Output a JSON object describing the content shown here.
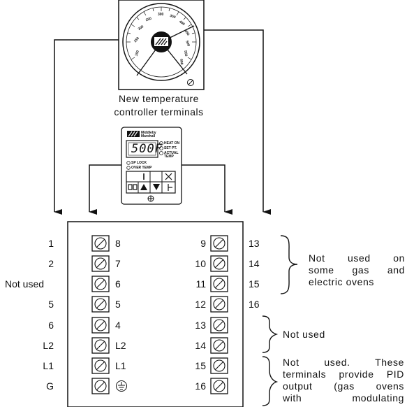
{
  "old_dial": {
    "scale_labels": [
      "100",
      "150",
      "200",
      "250",
      "300",
      "350",
      "400",
      "450",
      "500",
      "550",
      "600"
    ]
  },
  "new_controller": {
    "caption_line1": "New temperature",
    "caption_line2": "controller terminals",
    "brand_line1": "Middleby",
    "brand_line2": "Marshall",
    "display_value": "500F",
    "indicators": [
      "HEAT ON",
      "SET PT.",
      "ACTUAL TEMP"
    ],
    "lower_indicators": [
      "SP LOCK",
      "OVER TEMP"
    ]
  },
  "terminal_block": {
    "left_outer": [
      "1",
      "2",
      "Not used",
      "5",
      "6",
      "L2",
      "L1",
      "G"
    ],
    "left_inner": [
      "8",
      "7",
      "6",
      "5",
      "4",
      "L2",
      "L1"
    ],
    "right_inner": [
      "9",
      "10",
      "11",
      "12",
      "13",
      "14",
      "15",
      "16"
    ],
    "right_outer": [
      "13",
      "14",
      "15",
      "16"
    ]
  },
  "notes": {
    "note1": [
      "Not used on",
      "some gas and",
      "electric ovens"
    ],
    "note2": "Not used",
    "note3": [
      "Not used. These",
      "terminals provide PID",
      "output (gas ovens",
      "with modulating"
    ]
  }
}
